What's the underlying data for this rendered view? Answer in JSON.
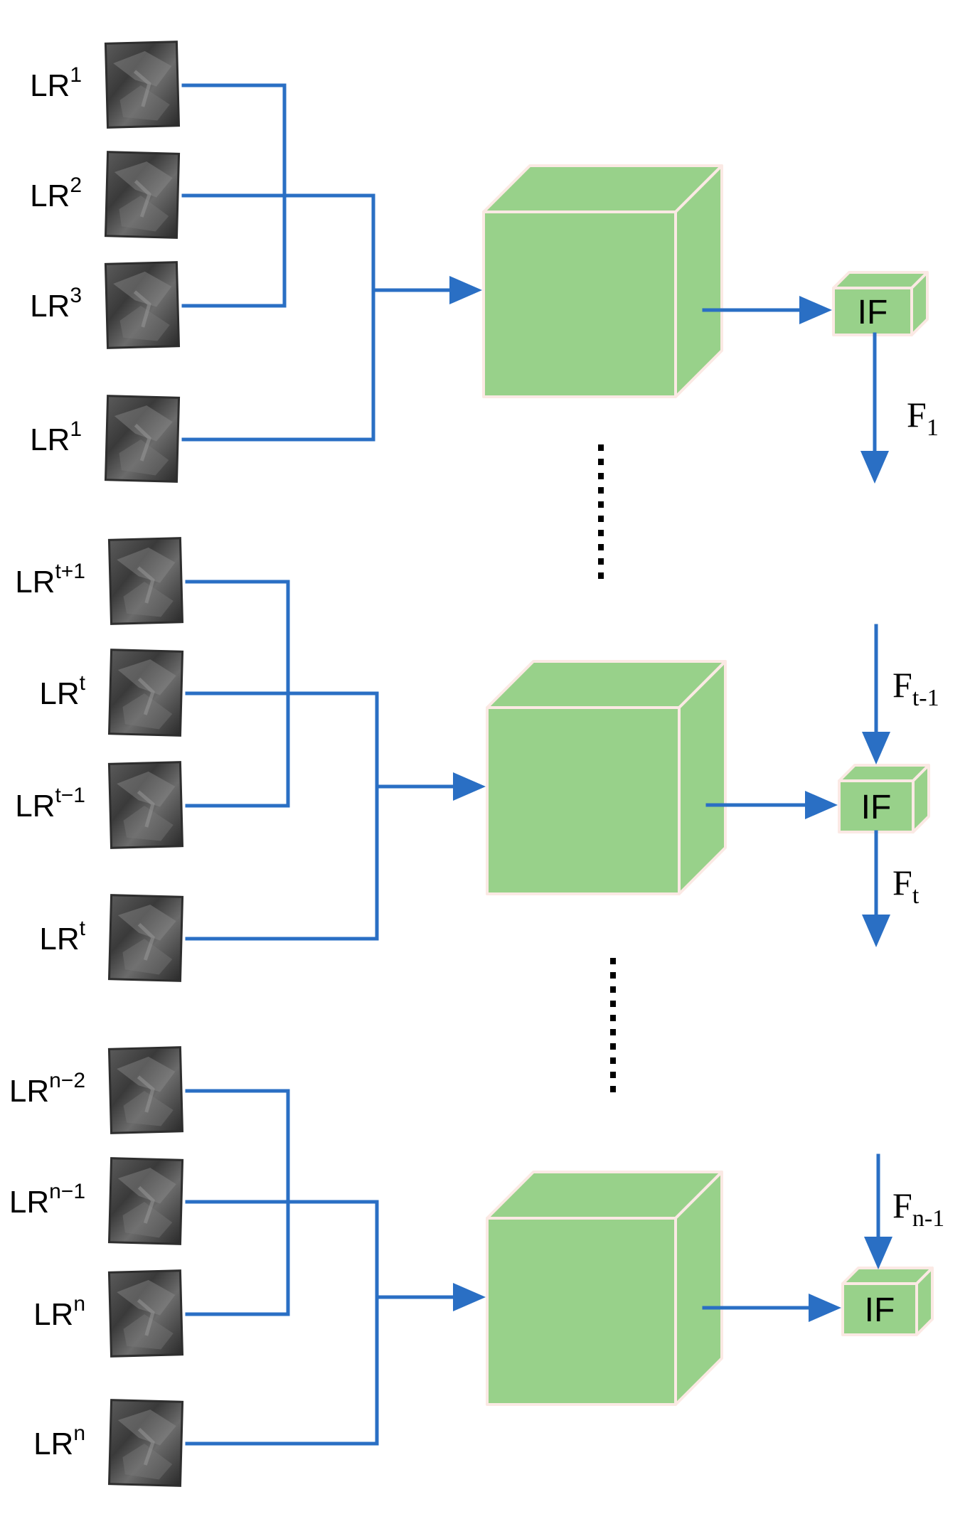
{
  "colors": {
    "connector": "#2a6fc4",
    "cube_fill": "#98d18a",
    "cube_edge": "#fbe9e4",
    "frame_dark": "#2e2e2e"
  },
  "groups": [
    {
      "frames": [
        {
          "base": "LR",
          "sup": "1"
        },
        {
          "base": "LR",
          "sup": "2"
        },
        {
          "base": "LR",
          "sup": "3"
        },
        {
          "base": "LR",
          "sup": "1"
        }
      ],
      "if_label": "IF",
      "input_flow": null,
      "output_flow": {
        "base": "F",
        "sub": "1"
      }
    },
    {
      "frames": [
        {
          "base": "LR",
          "sup": "t+1"
        },
        {
          "base": "LR",
          "sup": "t"
        },
        {
          "base": "LR",
          "sup": "t−1"
        },
        {
          "base": "LR",
          "sup": "t"
        }
      ],
      "if_label": "IF",
      "input_flow": {
        "base": "F",
        "sub": "t-1"
      },
      "output_flow": {
        "base": "F",
        "sub": "t"
      }
    },
    {
      "frames": [
        {
          "base": "LR",
          "sup": "n−2"
        },
        {
          "base": "LR",
          "sup": "n−1"
        },
        {
          "base": "LR",
          "sup": "n"
        },
        {
          "base": "LR",
          "sup": "n"
        }
      ],
      "if_label": "IF",
      "input_flow": {
        "base": "F",
        "sub": "n-1"
      },
      "output_flow": null
    }
  ]
}
